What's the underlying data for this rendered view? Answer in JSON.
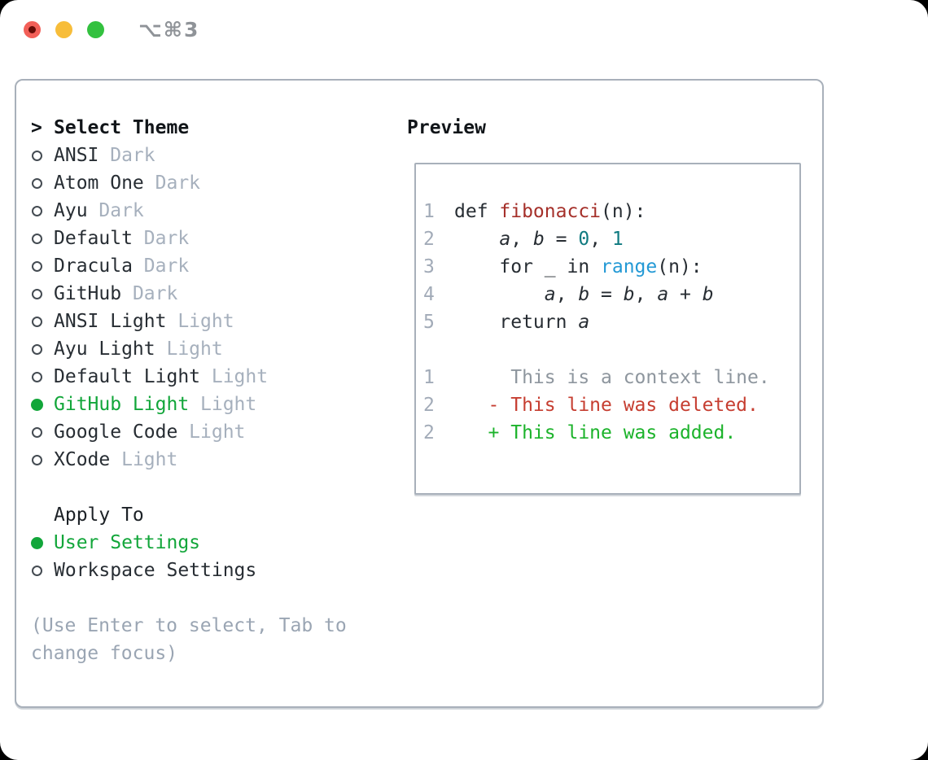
{
  "window": {
    "title": "⌥⌘3",
    "traffic_lights": [
      {
        "name": "close",
        "color": "#f25f58",
        "inner": "#650b06"
      },
      {
        "name": "minimize",
        "color": "#f7bd3a",
        "inner": ""
      },
      {
        "name": "zoom",
        "color": "#33c13f",
        "inner": ""
      }
    ]
  },
  "theme_menu": {
    "header_marker": ">",
    "header": "Select Theme",
    "themes": [
      {
        "name": "ANSI",
        "variant": "Dark",
        "selected": false
      },
      {
        "name": "Atom One",
        "variant": "Dark",
        "selected": false
      },
      {
        "name": "Ayu",
        "variant": "Dark",
        "selected": false
      },
      {
        "name": "Default",
        "variant": "Dark",
        "selected": false
      },
      {
        "name": "Dracula",
        "variant": "Dark",
        "selected": false
      },
      {
        "name": "GitHub",
        "variant": "Dark",
        "selected": false
      },
      {
        "name": "ANSI Light",
        "variant": "Light",
        "selected": false
      },
      {
        "name": "Ayu Light",
        "variant": "Light",
        "selected": false
      },
      {
        "name": "Default Light",
        "variant": "Light",
        "selected": false
      },
      {
        "name": "GitHub Light",
        "variant": "Light",
        "selected": true
      },
      {
        "name": "Google Code",
        "variant": "Light",
        "selected": false
      },
      {
        "name": "XCode",
        "variant": "Light",
        "selected": false
      }
    ],
    "apply_to_header": "Apply To",
    "apply_to_options": [
      {
        "name": "User Settings",
        "selected": true
      },
      {
        "name": "Workspace Settings",
        "selected": false
      }
    ],
    "help_lines": [
      "(Use Enter to select, Tab to",
      "change focus)"
    ]
  },
  "preview": {
    "header": "Preview",
    "lines": [
      {
        "ln": "1",
        "segs": [
          {
            "t": "def ",
            "c": "code"
          },
          {
            "t": "fibonacci",
            "c": "defname"
          },
          {
            "t": "(n):",
            "c": "code"
          }
        ]
      },
      {
        "ln": "2",
        "segs": [
          {
            "t": "    ",
            "c": "code"
          },
          {
            "t": "a",
            "c": "var"
          },
          {
            "t": ", ",
            "c": "code"
          },
          {
            "t": "b",
            "c": "var"
          },
          {
            "t": " = ",
            "c": "code"
          },
          {
            "t": "0",
            "c": "num"
          },
          {
            "t": ", ",
            "c": "code"
          },
          {
            "t": "1",
            "c": "num"
          }
        ]
      },
      {
        "ln": "3",
        "segs": [
          {
            "t": "    for _ in ",
            "c": "code"
          },
          {
            "t": "range",
            "c": "call"
          },
          {
            "t": "(n):",
            "c": "code"
          }
        ]
      },
      {
        "ln": "4",
        "segs": [
          {
            "t": "        ",
            "c": "code"
          },
          {
            "t": "a",
            "c": "var"
          },
          {
            "t": ", ",
            "c": "code"
          },
          {
            "t": "b",
            "c": "var"
          },
          {
            "t": " = ",
            "c": "code"
          },
          {
            "t": "b",
            "c": "var"
          },
          {
            "t": ", ",
            "c": "code"
          },
          {
            "t": "a",
            "c": "var"
          },
          {
            "t": " + ",
            "c": "code"
          },
          {
            "t": "b",
            "c": "var"
          }
        ]
      },
      {
        "ln": "5",
        "segs": [
          {
            "t": "    return ",
            "c": "code"
          },
          {
            "t": "a",
            "c": "var"
          }
        ]
      },
      {
        "ln": "",
        "segs": []
      },
      {
        "ln": "1",
        "segs": [
          {
            "t": "     This is a context line.",
            "c": "ctx"
          }
        ]
      },
      {
        "ln": "2",
        "segs": [
          {
            "t": "   - This line was deleted.",
            "c": "del"
          }
        ]
      },
      {
        "ln": "2",
        "segs": [
          {
            "t": "   + This line was added.",
            "c": "add"
          }
        ]
      }
    ]
  },
  "colors": {
    "accent_green": "#12a63a",
    "added_green": "#1cb32b",
    "deleted_red": "#c63e31",
    "function_red": "#a5302a",
    "number_teal": "#0f7a80",
    "call_blue": "#2399d5",
    "muted": "#a6b0bd",
    "text": "#272d33",
    "border": "#a8b0ba"
  }
}
